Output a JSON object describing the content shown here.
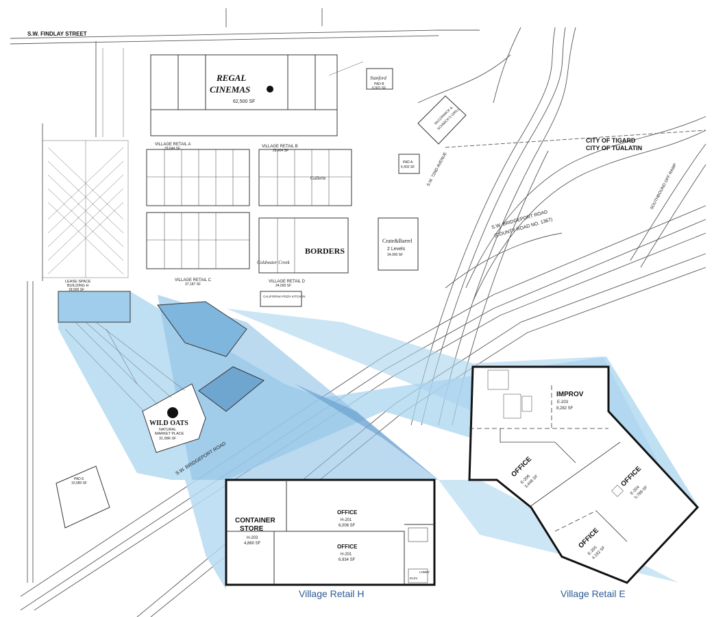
{
  "streets": {
    "findlay": "S.W. FINDLAY STREET",
    "bridgeport_road": "S.W. BRIDGEPORT ROAD",
    "bridgeport_road_county": "S.W. BRIDGEPORT ROAD",
    "county_road": "(COUNTY ROAD NO. 1367)",
    "avenue_72": "S.W. 72ND AVENUE",
    "southbound_ramp": "SOUTHBOUND OFF RAMP"
  },
  "boundary": {
    "upper": "CITY OF TIGARD",
    "lower": "CITY OF TUALATIN"
  },
  "anchors": {
    "regal_line1": "REGAL",
    "regal_line2": "CINEMAS",
    "regal_sf": "62,500 SF",
    "crate_barrel": "Crate&Barrel",
    "crate_levels": "2 Levels",
    "crate_sf": "34,000 SF",
    "borders": "BORDERS",
    "coldwater": "Coldwater Creek",
    "gallerie": "Gallerie",
    "wild_oats": "WILD OATS",
    "wild_oats_sub1": "NATURAL",
    "wild_oats_sub2": "MARKET PLACE",
    "wild_oats_sf": "31,986 SF",
    "mcormick_line1": "McCORMICK &",
    "mcormick_line2": "SCHMICK'S GRILL",
    "stanford": "Stanford",
    "pad_b": "PAD B",
    "pad_b_sf": "6,901 SF",
    "pad_a": "PAD A",
    "pad_a_sf": "6,402 SF",
    "pad_e": "PAD E",
    "pad_e_sf": "10,580 SF",
    "california_pizza": "CALIFORNIA PIZZA KITCHEN",
    "lease_space_1": "LEASE SPACE",
    "lease_space_2": "BUILDING H",
    "lease_sf": "18,500 SF"
  },
  "village_labels": {
    "a": "VILLAGE RETAIL A",
    "b": "VILLAGE RETAIL B",
    "c": "VILLAGE RETAIL C",
    "d": "VILLAGE RETAIL D",
    "a_sf": "29,644 SF",
    "b_sf": "28,404 SF",
    "c_sf": "37,187 SF",
    "d_sf": "34,000 SF"
  },
  "inset_h": {
    "caption": "Village Retail H",
    "container_1": "CONTAINER",
    "container_2": "STORE",
    "container_unit": "H-203",
    "container_sf": "4,860 SF",
    "office_top": "OFFICE",
    "office_top_unit": "H-201",
    "office_top_sf": "6,006 SF",
    "office_bottom": "OFFICE",
    "office_bottom_unit": "H-201",
    "office_bottom_sf": "6,934 SF",
    "lobby": "LOBBY",
    "elev": "ELEV"
  },
  "inset_e": {
    "caption": "Village Retail E",
    "improv": "IMPROV",
    "improv_unit": "E-203",
    "improv_sf": "8,282 SF",
    "office_a": "OFFICE",
    "office_a_unit": "E-206",
    "office_a_sf": "3,446 SF",
    "office_b": "OFFICE",
    "office_b_unit": "E-204",
    "office_b_sf": "5,788 SF",
    "office_c": "OFFICE",
    "office_c_unit": "E-205",
    "office_c_sf": "4,192 SF"
  },
  "colors": {
    "highlight": "#a9d4ef",
    "highlight_dark": "#6fa6cf",
    "caption": "#2c5a95",
    "line": "#333333"
  }
}
